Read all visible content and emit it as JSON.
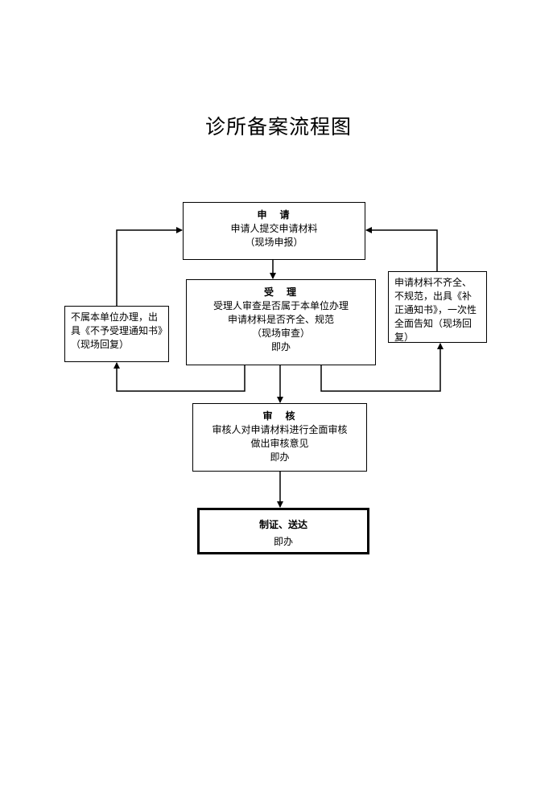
{
  "title": "诊所备案流程图",
  "boxes": {
    "apply": {
      "head": "申　请",
      "line1": "申请人提交申请材料",
      "line2": "（现场申报）"
    },
    "accept": {
      "head": "受　理",
      "line1": "受理人审查是否属于本单位办理",
      "line2": "申请材料是否齐全、规范",
      "line3": "（现场审查）",
      "line4": "即办"
    },
    "review": {
      "head": "审　核",
      "line1": "审核人对申请材料进行全面审核",
      "line2": "做出审核意见",
      "line3": "即办"
    },
    "issue": {
      "head": "制证、送达",
      "line1": "即办"
    },
    "reject": {
      "text": "不属本单位办理，出具《不予受理通知书》（现场回复）"
    },
    "correct": {
      "text": "申请材料不齐全、不规范，出具《补正通知书》，一次性全面告知（现场回复）"
    }
  }
}
